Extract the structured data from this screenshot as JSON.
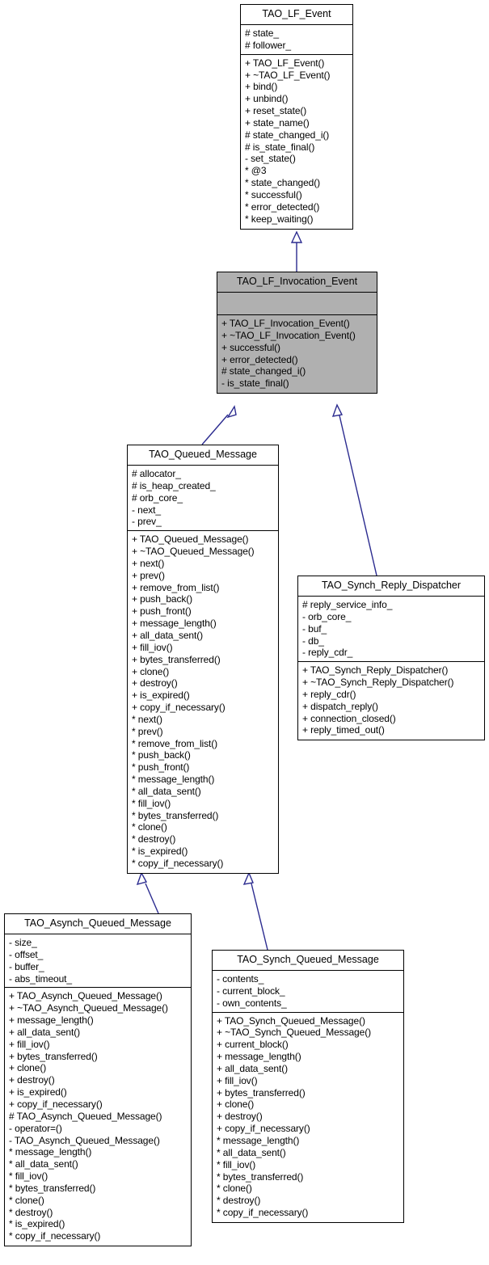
{
  "diagram": {
    "type": "uml-class-inheritance",
    "title": "TAO_LF_Invocation_Event inheritance diagram",
    "line_color": "#2b2b8f",
    "highlight_color": "#b0b0b0",
    "box_border_color": "#000000",
    "background": "#ffffff"
  },
  "classes": [
    {
      "id": "tao_lf_event",
      "name": "TAO_LF_Event",
      "highlight": false,
      "attributes": [
        "# state_",
        "# follower_"
      ],
      "operations": [
        "+ TAO_LF_Event()",
        "+ ~TAO_LF_Event()",
        "+ bind()",
        "+ unbind()",
        "+ reset_state()",
        "+ state_name()",
        "# state_changed_i()",
        "# is_state_final()",
        "- set_state()",
        "* @3",
        "* state_changed()",
        "* successful()",
        "* error_detected()",
        "* keep_waiting()"
      ]
    },
    {
      "id": "tao_lf_invocation_event",
      "name": "TAO_LF_Invocation_Event",
      "highlight": true,
      "attributes": [],
      "operations": [
        "+ TAO_LF_Invocation_Event()",
        "+ ~TAO_LF_Invocation_Event()",
        "+ successful()",
        "+ error_detected()",
        "# state_changed_i()",
        "- is_state_final()"
      ]
    },
    {
      "id": "tao_queued_message",
      "name": "TAO_Queued_Message",
      "highlight": false,
      "attributes": [
        "# allocator_",
        "# is_heap_created_",
        "# orb_core_",
        "- next_",
        "- prev_"
      ],
      "operations": [
        "+ TAO_Queued_Message()",
        "+ ~TAO_Queued_Message()",
        "+ next()",
        "+ prev()",
        "+ remove_from_list()",
        "+ push_back()",
        "+ push_front()",
        "+ message_length()",
        "+ all_data_sent()",
        "+ fill_iov()",
        "+ bytes_transferred()",
        "+ clone()",
        "+ destroy()",
        "+ is_expired()",
        "+ copy_if_necessary()",
        "* next()",
        "* prev()",
        "* remove_from_list()",
        "* push_back()",
        "* push_front()",
        "* message_length()",
        "* all_data_sent()",
        "* fill_iov()",
        "* bytes_transferred()",
        "* clone()",
        "* destroy()",
        "* is_expired()",
        "* copy_if_necessary()"
      ]
    },
    {
      "id": "tao_synch_reply_dispatcher",
      "name": "TAO_Synch_Reply_Dispatcher",
      "highlight": false,
      "attributes": [
        "# reply_service_info_",
        "- orb_core_",
        "- buf_",
        "- db_",
        "- reply_cdr_"
      ],
      "operations": [
        "+ TAO_Synch_Reply_Dispatcher()",
        "+ ~TAO_Synch_Reply_Dispatcher()",
        "+ reply_cdr()",
        "+ dispatch_reply()",
        "+ connection_closed()",
        "+ reply_timed_out()"
      ]
    },
    {
      "id": "tao_asynch_queued_message",
      "name": "TAO_Asynch_Queued_Message",
      "highlight": false,
      "attributes": [
        "- size_",
        "- offset_",
        "- buffer_",
        "- abs_timeout_"
      ],
      "operations": [
        "+ TAO_Asynch_Queued_Message()",
        "+ ~TAO_Asynch_Queued_Message()",
        "+ message_length()",
        "+ all_data_sent()",
        "+ fill_iov()",
        "+ bytes_transferred()",
        "+ clone()",
        "+ destroy()",
        "+ is_expired()",
        "+ copy_if_necessary()",
        "# TAO_Asynch_Queued_Message()",
        "- operator=()",
        "- TAO_Asynch_Queued_Message()",
        "* message_length()",
        "* all_data_sent()",
        "* fill_iov()",
        "* bytes_transferred()",
        "* clone()",
        "* destroy()",
        "* is_expired()",
        "* copy_if_necessary()"
      ]
    },
    {
      "id": "tao_synch_queued_message",
      "name": "TAO_Synch_Queued_Message",
      "highlight": false,
      "attributes": [
        "- contents_",
        "- current_block_",
        "- own_contents_"
      ],
      "operations": [
        "+ TAO_Synch_Queued_Message()",
        "+ ~TAO_Synch_Queued_Message()",
        "+ current_block()",
        "+ message_length()",
        "+ all_data_sent()",
        "+ fill_iov()",
        "+ bytes_transferred()",
        "+ clone()",
        "+ destroy()",
        "+ copy_if_necessary()",
        "* message_length()",
        "* all_data_sent()",
        "* fill_iov()",
        "* bytes_transferred()",
        "* clone()",
        "* destroy()",
        "* copy_if_necessary()"
      ]
    }
  ],
  "edges": [
    {
      "from": "tao_lf_invocation_event",
      "to": "tao_lf_event",
      "kind": "generalization"
    },
    {
      "from": "tao_queued_message",
      "to": "tao_lf_invocation_event",
      "kind": "generalization"
    },
    {
      "from": "tao_synch_reply_dispatcher",
      "to": "tao_lf_invocation_event",
      "kind": "generalization"
    },
    {
      "from": "tao_asynch_queued_message",
      "to": "tao_queued_message",
      "kind": "generalization"
    },
    {
      "from": "tao_synch_queued_message",
      "to": "tao_queued_message",
      "kind": "generalization"
    }
  ]
}
